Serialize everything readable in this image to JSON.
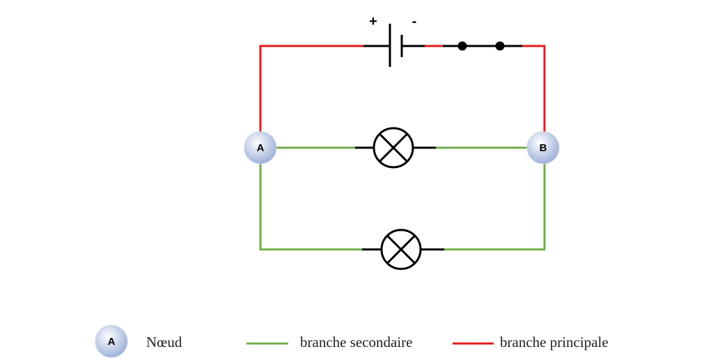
{
  "colors": {
    "main_branch": "#e01b1b",
    "secondary_branch": "#70ad47",
    "component": "#000000",
    "node_fill_light": "#ffffff",
    "node_fill_dark": "#9fb2d8"
  },
  "circuit": {
    "battery": {
      "positive": "+",
      "negative": "-"
    },
    "nodes": {
      "a": "A",
      "b": "B"
    },
    "switch": "closed",
    "lamps": 2
  },
  "legend": {
    "node_symbol": "A",
    "node_label": "Nœud",
    "secondary_label": "branche secondaire",
    "main_label": "branche principale"
  }
}
